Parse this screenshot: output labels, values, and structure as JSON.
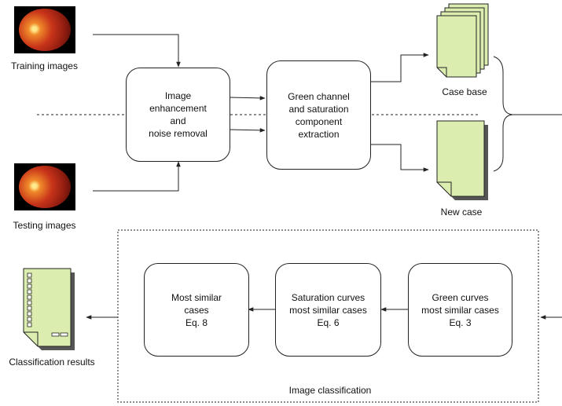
{
  "inputs": {
    "training_label": "Training images",
    "testing_label": "Testing images"
  },
  "process": {
    "enhancement": "Image\nenhancement\nand\nnoise removal",
    "extraction": "Green channel\nand saturation\ncomponent\nextraction"
  },
  "outputs": {
    "case_base": "Case base",
    "new_case": "New case"
  },
  "classification": {
    "title": "Image classification",
    "green": "Green curves\nmost similar cases\nEq. 3",
    "saturation": "Saturation curves\nmost similar cases\nEq. 6",
    "most_similar": "Most similar\ncases\nEq. 8",
    "results_label": "Classification results"
  },
  "colors": {
    "document_fill": "#dcedb0",
    "line": "#222222"
  }
}
